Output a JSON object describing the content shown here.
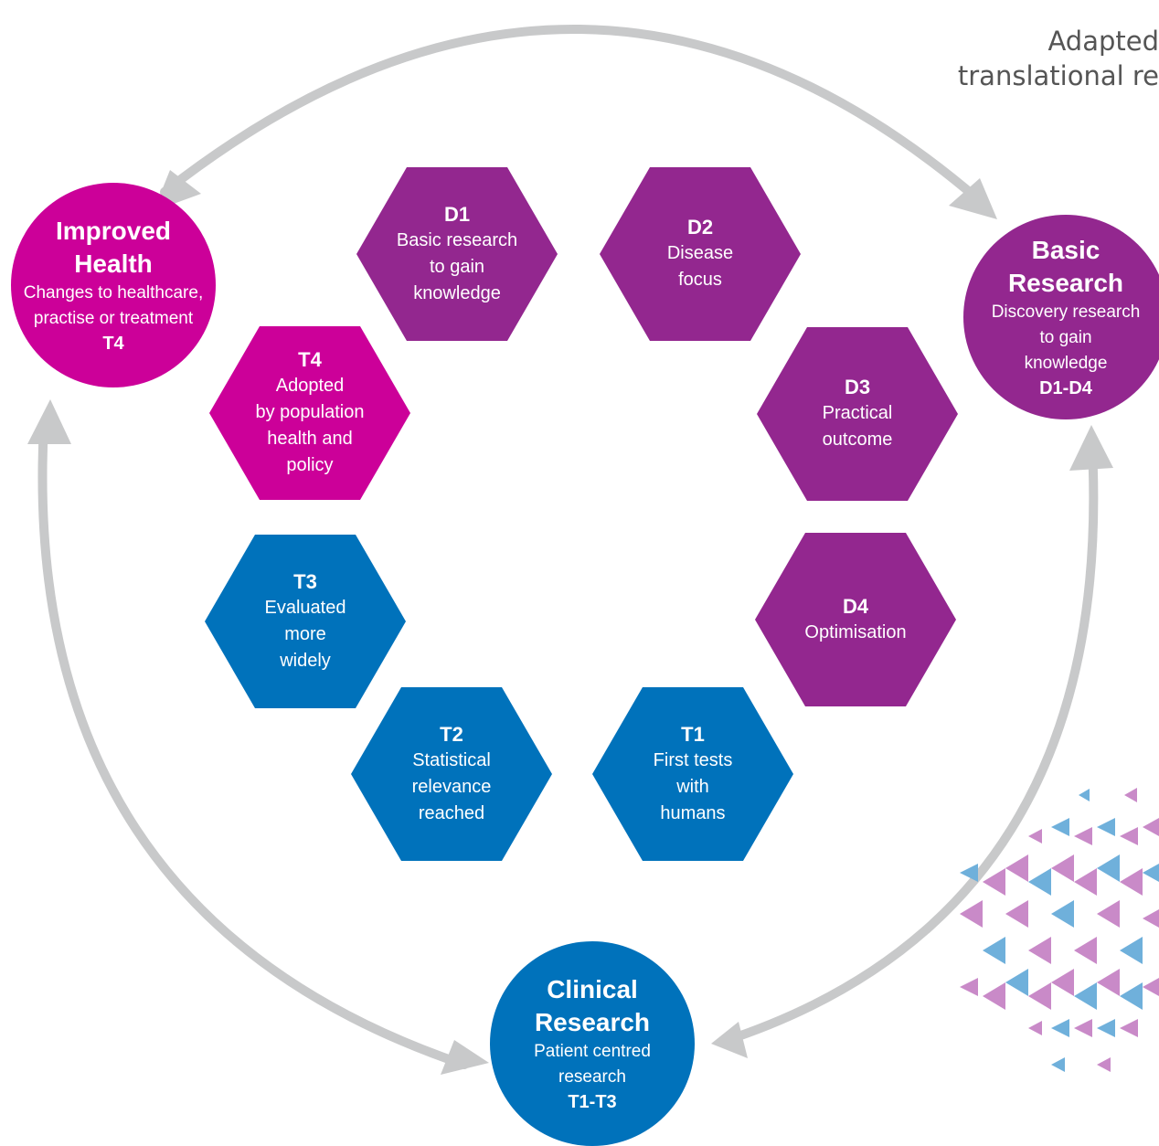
{
  "header_note": "Adapted\ntranslational re",
  "colors": {
    "purple": "#93278f",
    "magenta": "#cc0099",
    "blue": "#0072bb",
    "arrow": "#c8c9ca",
    "pattern_pink": "#c98ac8",
    "pattern_blue": "#6fb0db"
  },
  "circles": {
    "improved_health": {
      "title": "Improved\nHealth",
      "desc": "Changes to healthcare,\npractise or treatment",
      "code": "T4"
    },
    "basic_research": {
      "title": "Basic\nResearch",
      "desc": "Discovery research\nto gain\nknowledge",
      "code": "D1-D4"
    },
    "clinical_research": {
      "title": "Clinical\nResearch",
      "desc": "Patient centred\nresearch",
      "code": "T1-T3"
    }
  },
  "hexagons": {
    "d1": {
      "code": "D1",
      "desc": "Basic research\nto gain\nknowledge"
    },
    "d2": {
      "code": "D2",
      "desc": "Disease\nfocus"
    },
    "d3": {
      "code": "D3",
      "desc": "Practical\noutcome"
    },
    "d4": {
      "code": "D4",
      "desc": "Optimisation"
    },
    "t1": {
      "code": "T1",
      "desc": "First tests\nwith\nhumans"
    },
    "t2": {
      "code": "T2",
      "desc": "Statistical\nrelevance\nreached"
    },
    "t3": {
      "code": "T3",
      "desc": "Evaluated\nmore\nwidely"
    },
    "t4": {
      "code": "T4",
      "desc": "Adopted\nby population\nhealth and\npolicy"
    }
  }
}
